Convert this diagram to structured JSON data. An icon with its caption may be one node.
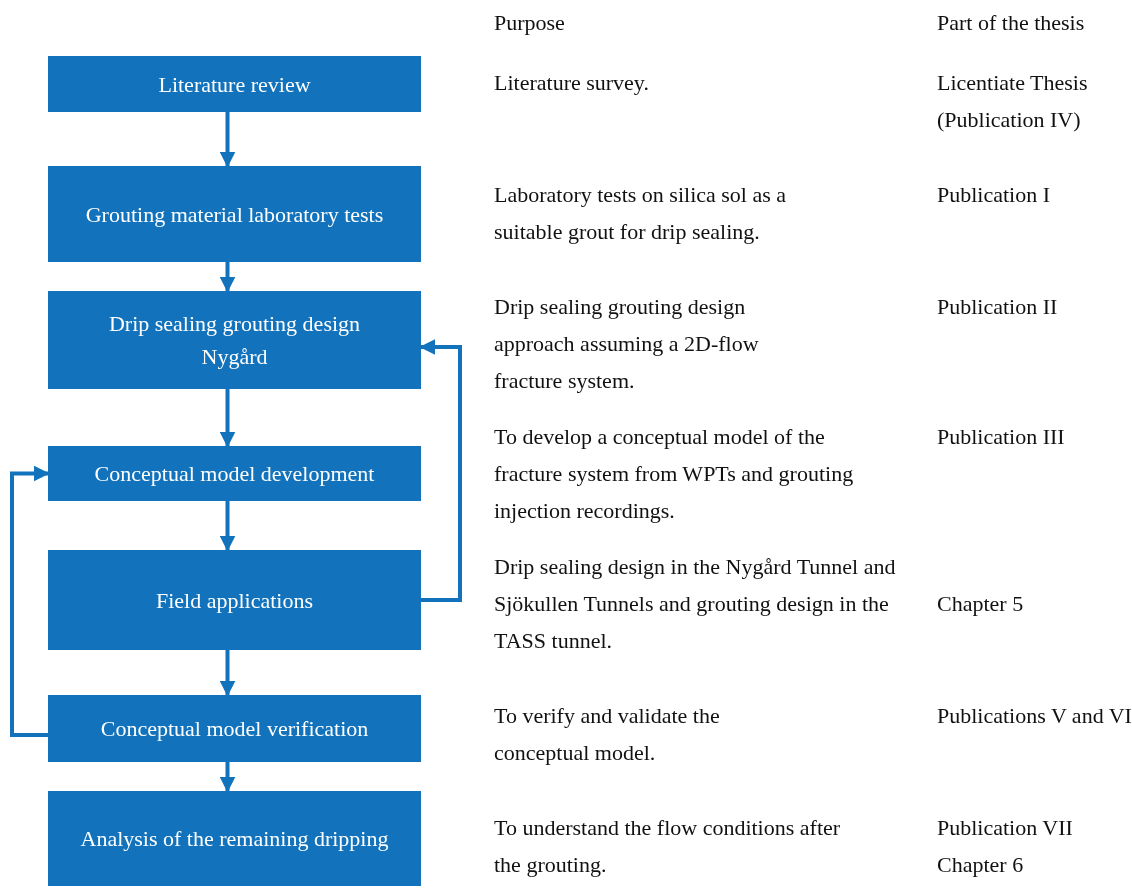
{
  "diagram": {
    "nodes": [
      {
        "text": [
          "Literature review"
        ]
      },
      {
        "text": [
          "Grouting material laboratory tests"
        ]
      },
      {
        "text": [
          "Drip sealing grouting design Nygård"
        ]
      },
      {
        "text": [
          "Conceptual model development"
        ]
      },
      {
        "text": [
          "Field applications"
        ]
      },
      {
        "text": [
          "Conceptual model verification"
        ]
      },
      {
        "text": [
          "Analysis of the remaining dripping"
        ]
      }
    ],
    "edges": [
      {
        "from": 0,
        "to": 1,
        "arrow": "to"
      },
      {
        "from": 1,
        "to": 2,
        "arrow": "to"
      },
      {
        "from": 2,
        "to": 3,
        "arrow": "to"
      },
      {
        "from": 3,
        "to": 4,
        "arrow": "to"
      },
      {
        "from": 4,
        "to": 5,
        "arrow": "to"
      },
      {
        "from": 5,
        "to": 6,
        "arrow": "to"
      },
      {
        "from": 4,
        "to": 2,
        "arrow": "to"
      },
      {
        "from": 5,
        "to": 3,
        "arrow": "to"
      }
    ],
    "labels": [
      "Purpose",
      "Part of the thesis",
      "Literature survey.",
      "Licentiate Thesis (Publication IV)",
      "Laboratory tests on silica sol as a suitable grout for drip sealing.",
      "Publication I",
      "Drip sealing grouting design approach assuming a 2D-flow fracture system.",
      "Publication II",
      "To develop a conceptual model of the fracture system from WPTs and grouting injection recordings.",
      "Publication III",
      "Drip sealing design in the Nygård Tunnel and Sjökullen Tunnels and grouting design in the TASS tunnel.",
      "Chapter 5",
      "To verify and validate the conceptual model.",
      "Publications V and VI",
      "To understand the flow conditions after the grouting.",
      "Publication VII",
      "Chapter 6"
    ]
  }
}
